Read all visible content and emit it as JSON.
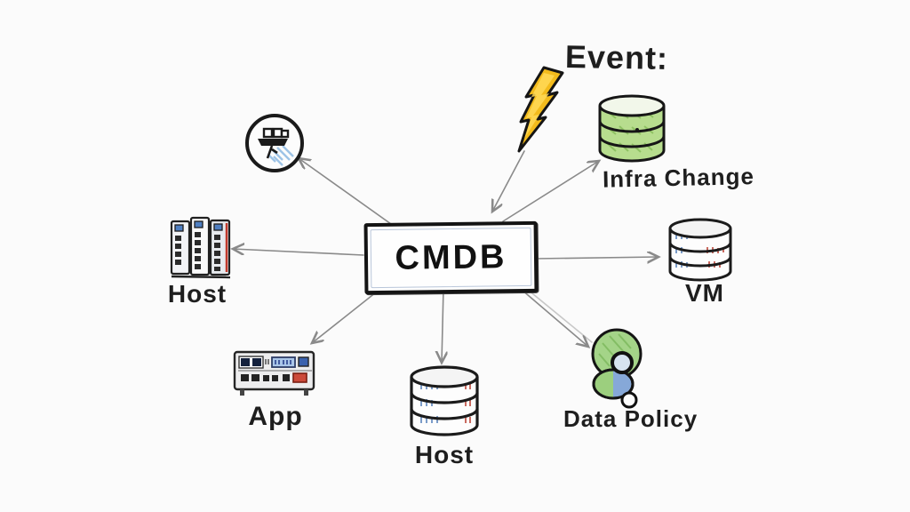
{
  "canvas": {
    "background": "#fbfbfb"
  },
  "diagram": {
    "type": "hand-drawn CMDB relationship sketch",
    "labels": {
      "cmdb": "CMDB",
      "event": "Event:",
      "infra_change": "Infra Change",
      "vm": "VM",
      "host_left": "Host",
      "app": "App",
      "host_bottom": "Host",
      "data_policy": "Data Policy"
    },
    "icons": [
      "ship-circle-icon",
      "lightning-bolt-icon",
      "database-green-icon",
      "database-stack-vm-icon",
      "server-rack-icon",
      "appliance-icon",
      "database-stack-host-icon",
      "circles-cluster-icon"
    ],
    "arrows": [
      {
        "from": "cmdb",
        "to": "container-ship"
      },
      {
        "from": "event-lightning",
        "to": "cmdb"
      },
      {
        "from": "cmdb",
        "to": "infra-change"
      },
      {
        "from": "cmdb",
        "to": "vm"
      },
      {
        "from": "cmdb",
        "to": "data-policy"
      },
      {
        "from": "cmdb",
        "to": "host-bottom"
      },
      {
        "from": "cmdb",
        "to": "app"
      },
      {
        "from": "cmdb",
        "to": "host-left"
      }
    ],
    "colors": {
      "ink": "#1a1a1a",
      "arrow": "#8a8a8a",
      "lightning_yellow": "#f3bb1c",
      "lightning_highlight": "#ffd957",
      "database_green": "#b7dd8e",
      "database_green_hatch": "#84bb58",
      "mark_blue": "#7b9cc9",
      "mark_red": "#c96a5f",
      "policy_green": "#a4d488",
      "policy_blue": "#86a8d8",
      "display_blue": "#aac6e8",
      "button_red": "#cc4a3a",
      "square_navy": "#14213d"
    }
  }
}
